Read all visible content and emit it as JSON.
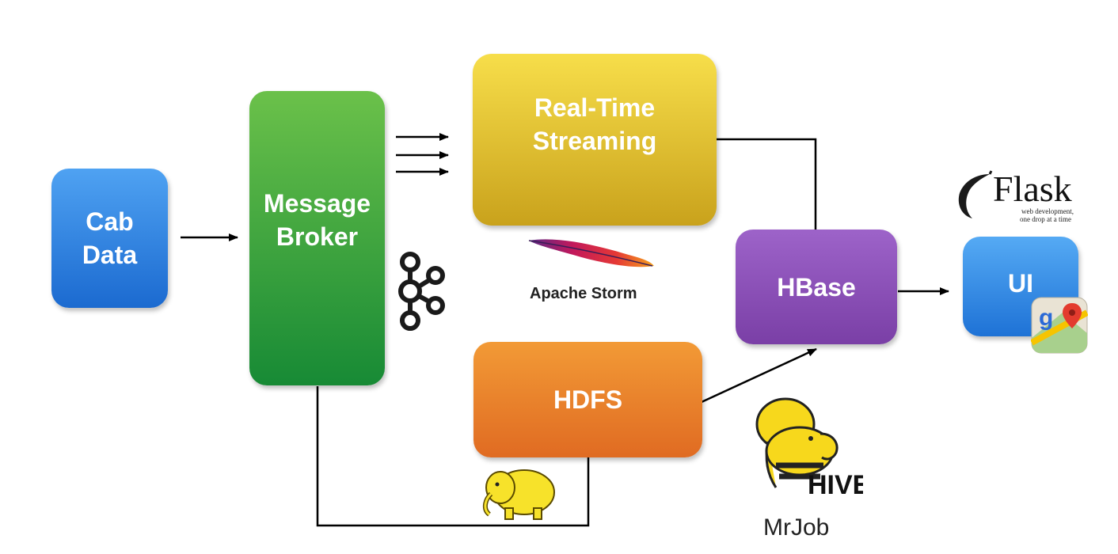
{
  "nodes": {
    "cab_data": {
      "line1": "Cab",
      "line2": "Data"
    },
    "message_broker": {
      "line1": "Message",
      "line2": "Broker"
    },
    "realtime": {
      "line1": "Real-Time",
      "line2": "Streaming"
    },
    "hdfs": {
      "label": "HDFS"
    },
    "hbase": {
      "label": "HBase"
    },
    "ui": {
      "label": "UI"
    }
  },
  "captions": {
    "storm": "Apache Storm",
    "mrjob": "MrJob",
    "flask_word": "Flask",
    "flask_tagline1": "web development,",
    "flask_tagline2": "one drop at a time",
    "hive_word": "HIVE"
  },
  "icons": [
    "kafka-icon",
    "apache-feather-icon",
    "hadoop-elephant-icon",
    "hive-icon",
    "flask-horn-icon",
    "google-maps-icon"
  ],
  "colors": {
    "cab_data": "#2d7fe0",
    "message_broker": "#2f9e3a",
    "realtime": "#d9b21c",
    "hdfs": "#e8782a",
    "hbase": "#8a4fb8",
    "ui": "#2d86e6"
  }
}
